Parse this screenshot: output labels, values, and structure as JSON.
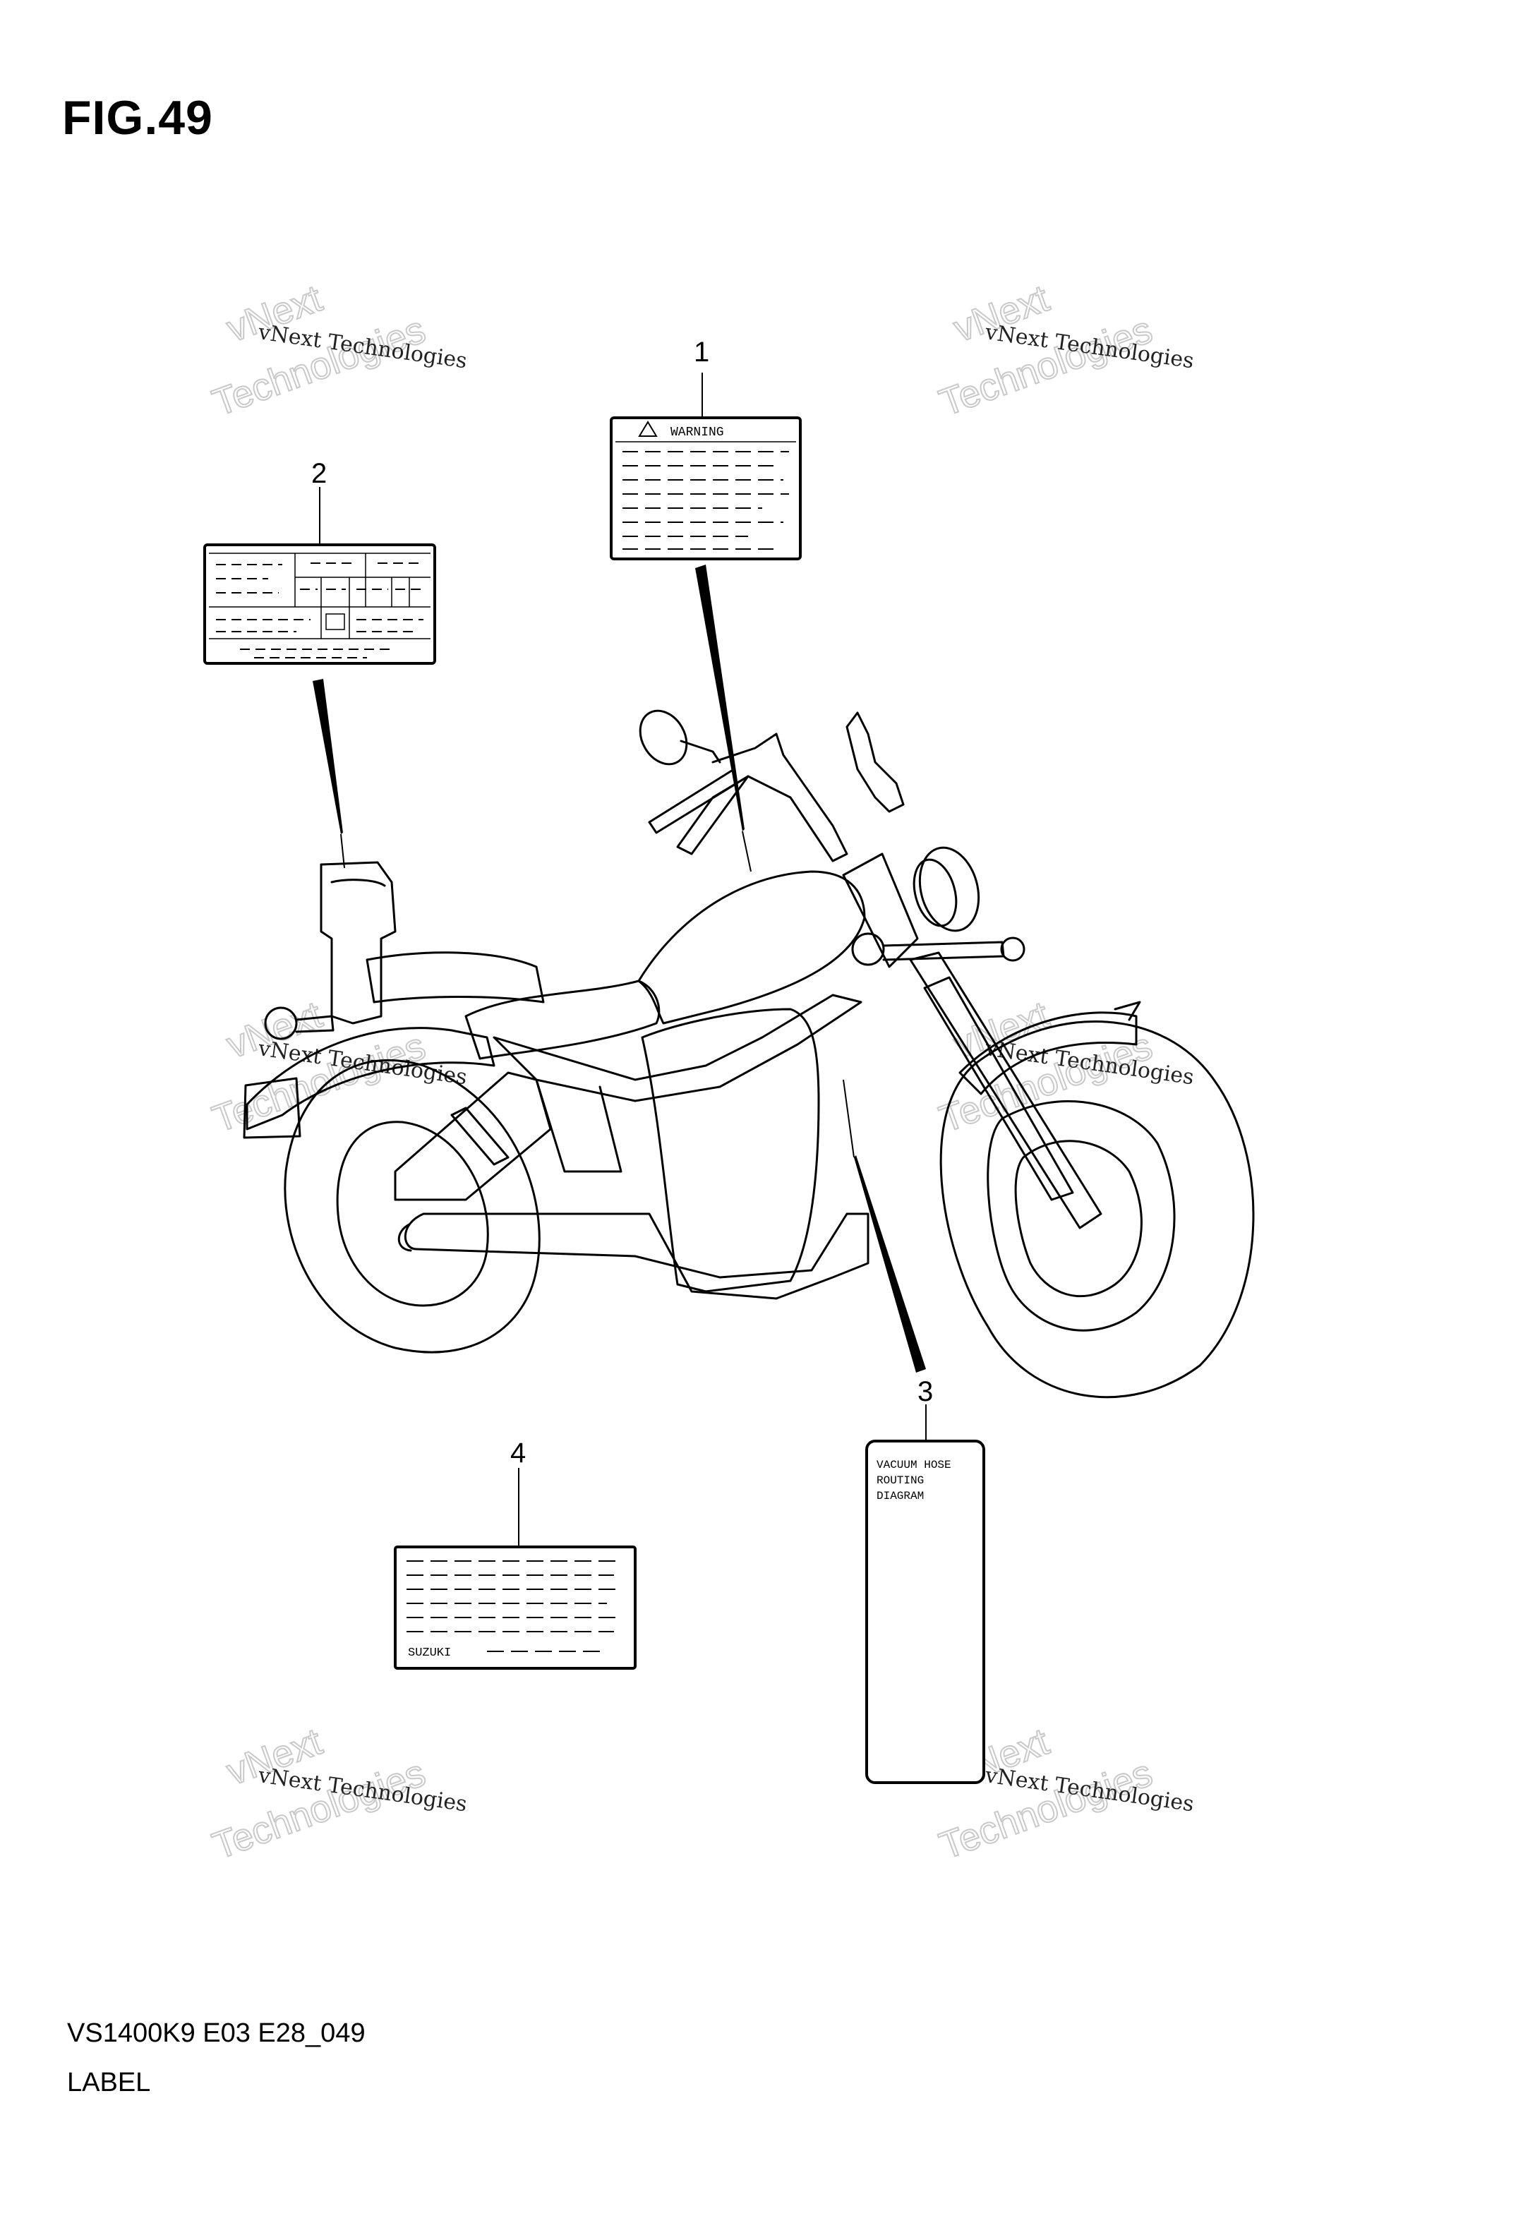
{
  "figure": {
    "title": "FIG.49",
    "code": "VS1400K9 E03 E28_049",
    "name": "LABEL"
  },
  "callouts": [
    "1",
    "2",
    "3",
    "4"
  ],
  "labels": {
    "warning": "WARNING",
    "vacuum_line1": "VACUUM HOSE",
    "vacuum_line2": "ROUTING",
    "vacuum_line3": "DIAGRAM",
    "brand": "SUZUKI"
  },
  "watermark": {
    "line_small": "vNext Technologies",
    "line_big1": "vNext",
    "line_big2": "Technologies"
  }
}
